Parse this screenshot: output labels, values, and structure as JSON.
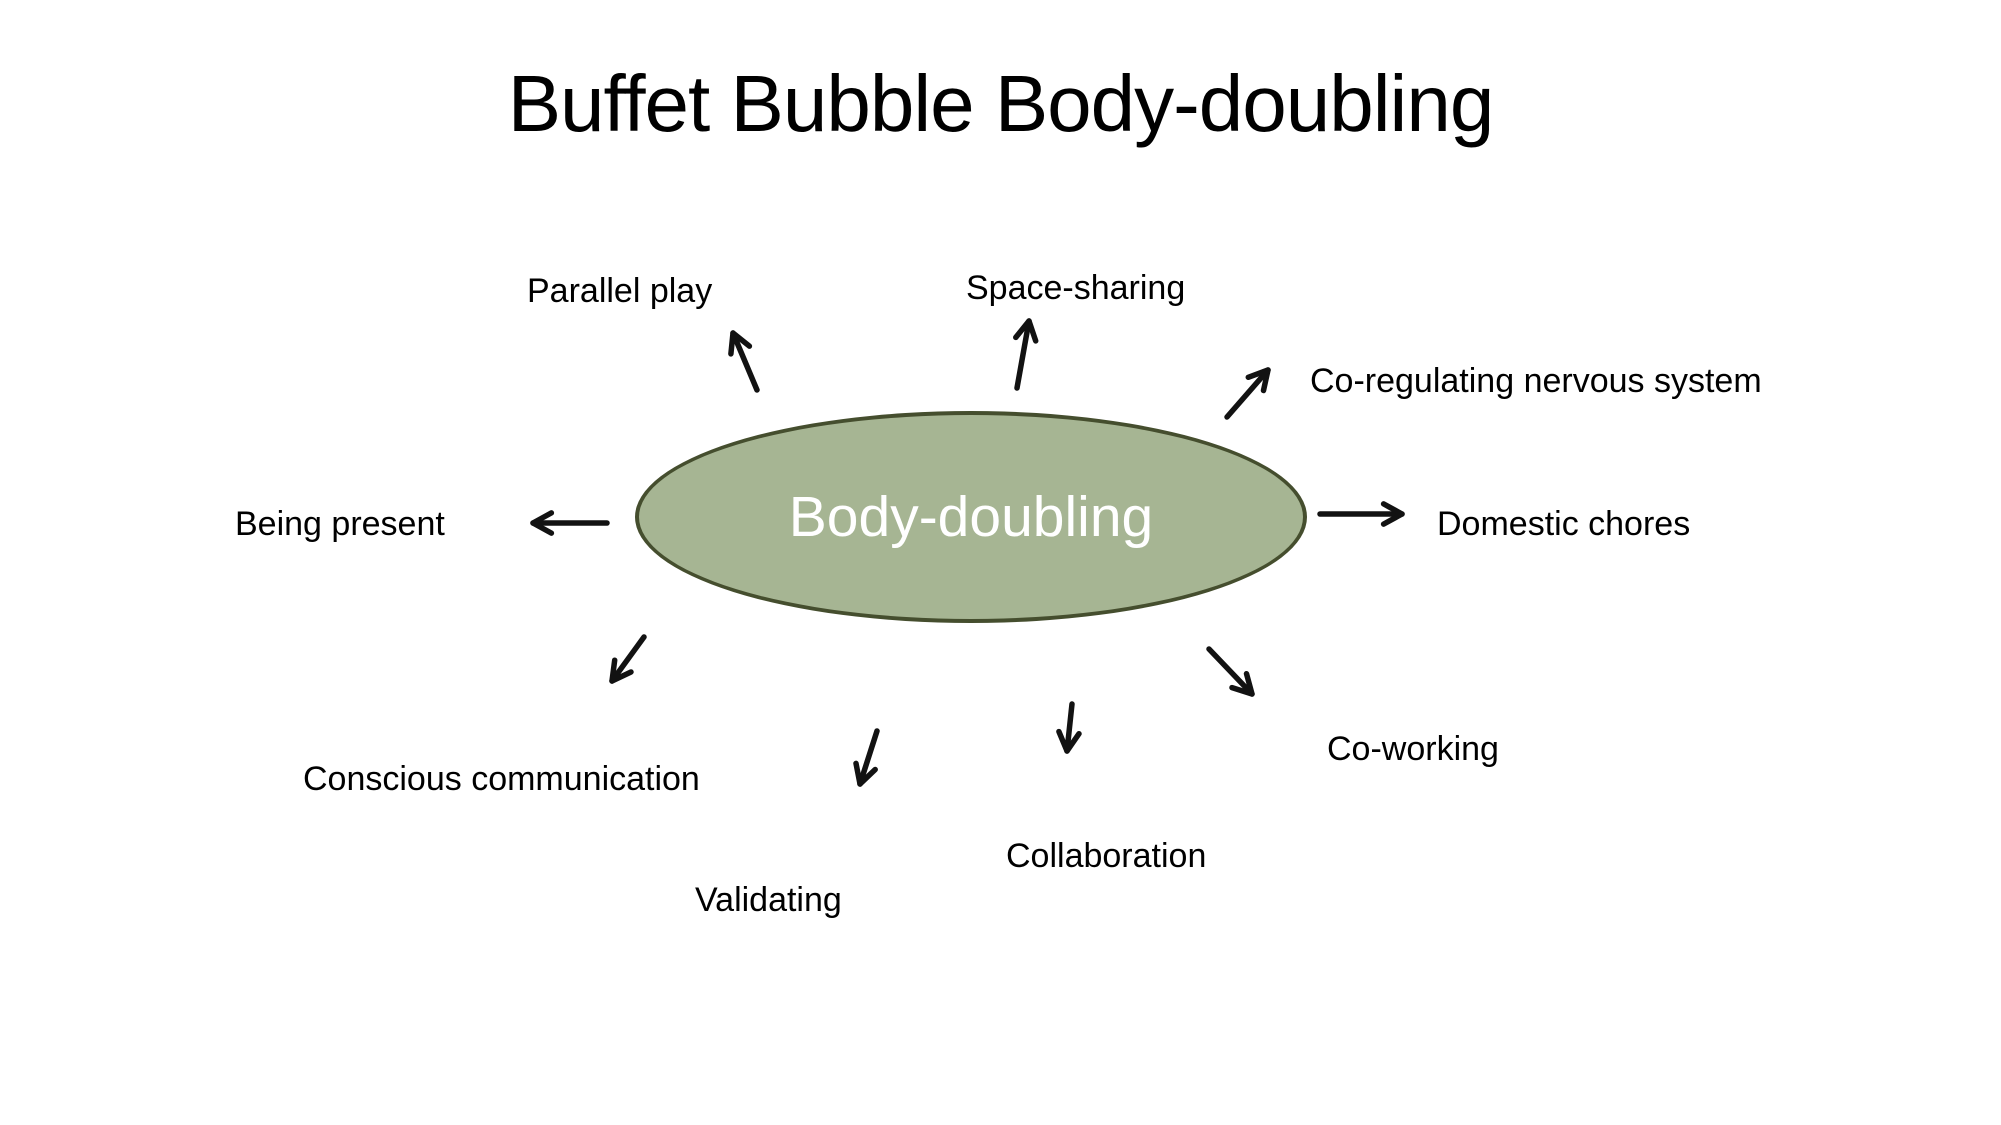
{
  "title": "Buffet Bubble Body-doubling",
  "center": {
    "label": "Body-doubling"
  },
  "spokes": [
    {
      "label": "Parallel play",
      "direction": "up-left"
    },
    {
      "label": "Space-sharing",
      "direction": "up"
    },
    {
      "label": "Co-regulating nervous system",
      "direction": "up-right"
    },
    {
      "label": "Domestic chores",
      "direction": "right"
    },
    {
      "label": "Co-working",
      "direction": "down-right"
    },
    {
      "label": "Collaboration",
      "direction": "down"
    },
    {
      "label": "Validating",
      "direction": "down"
    },
    {
      "label": "Conscious communication",
      "direction": "down-left"
    },
    {
      "label": "Being present",
      "direction": "left"
    }
  ],
  "colors": {
    "background": "#ffffff",
    "ellipse_fill": "#a6b593",
    "ellipse_border": "#454e2e",
    "center_text": "#ffffff",
    "label_text": "#000000",
    "arrow": "#121212"
  }
}
